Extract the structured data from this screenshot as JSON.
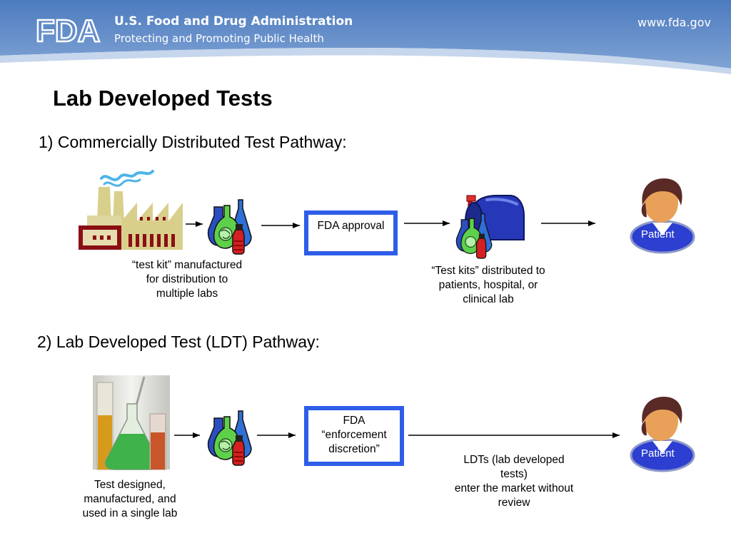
{
  "header": {
    "logo_text": "FDA",
    "agency_name": "U.S. Food and Drug Administration",
    "tagline": "Protecting and Promoting Public Health",
    "url": "www.fda.gov"
  },
  "title": "Lab Developed Tests",
  "pathway1": {
    "heading": "1) Commercially Distributed Test Pathway:",
    "manufacture_caption": [
      "“test kit” manufactured",
      "for distribution to",
      "multiple labs"
    ],
    "approval_box": "FDA approval",
    "distribution_caption": [
      "“Test kits” distributed to",
      "patients, hospital, or",
      "clinical lab"
    ],
    "patient_label": "Patient"
  },
  "pathway2": {
    "heading": "2) Lab Developed Test (LDT) Pathway:",
    "lab_caption": [
      "Test designed,",
      "manufactured, and",
      "used in a single lab"
    ],
    "discretion_box": [
      "FDA",
      "“enforcement",
      "discretion”"
    ],
    "market_caption": [
      "LDTs (lab developed",
      "tests)",
      "enter the market without",
      "review"
    ],
    "patient_label": "Patient"
  }
}
